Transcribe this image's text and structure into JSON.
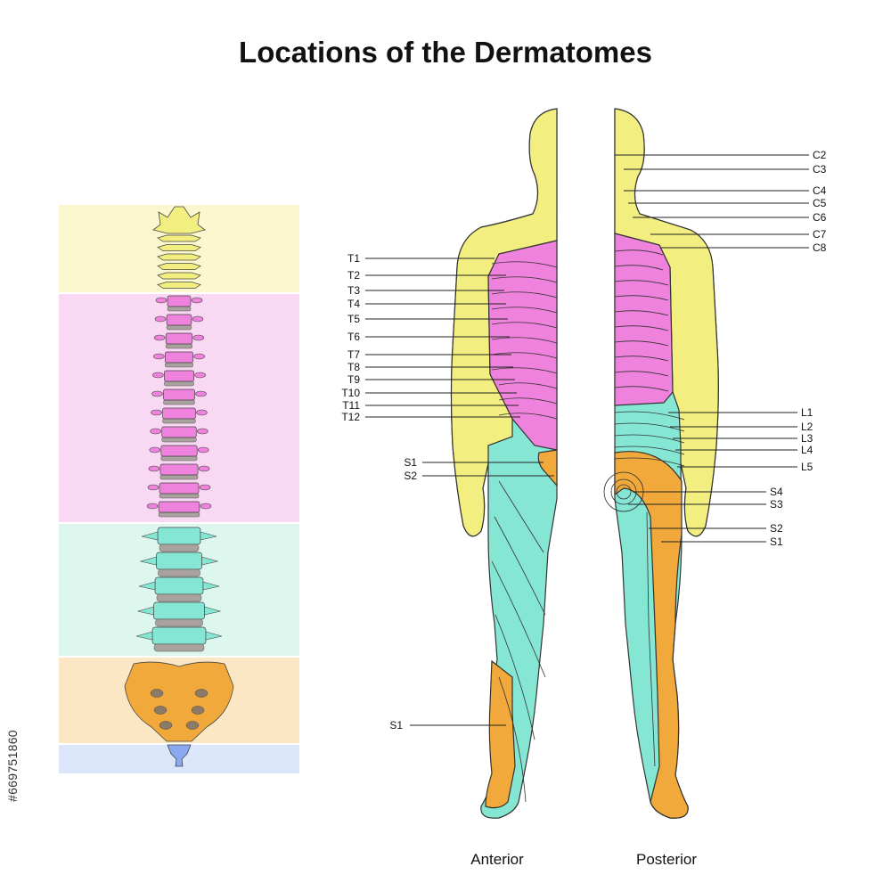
{
  "title": "Locations of the Dermatomes",
  "stock_id": "#669751860",
  "colors": {
    "cervical": "#f3ee80",
    "thoracic": "#ee82dc",
    "lumbar": "#86e6d4",
    "sacral": "#f0a93a",
    "coccygeal": "#8aaaf0",
    "cervical_bg": "#fbf8d0",
    "thoracic_bg": "#f8d8f2",
    "lumbar_bg": "#ddf6ee",
    "sacral_bg": "#fbe7c3",
    "coccygeal_bg": "#dbe6fb",
    "disc": "#aaa29e"
  },
  "views": {
    "anterior": "Anterior",
    "posterior": "Posterior"
  },
  "labels": {
    "anterior_left": [
      "T1",
      "T2",
      "T3",
      "T4",
      "T5",
      "T6",
      "T7",
      "T8",
      "T9",
      "T10",
      "T11",
      "T12",
      "S1",
      "S2",
      "S1"
    ],
    "posterior_right": [
      "C2",
      "C3",
      "C4",
      "C5",
      "C6",
      "C7",
      "C8",
      "L1",
      "L2",
      "L3",
      "L4",
      "L5",
      "S4",
      "S3",
      "S2",
      "S1"
    ]
  }
}
